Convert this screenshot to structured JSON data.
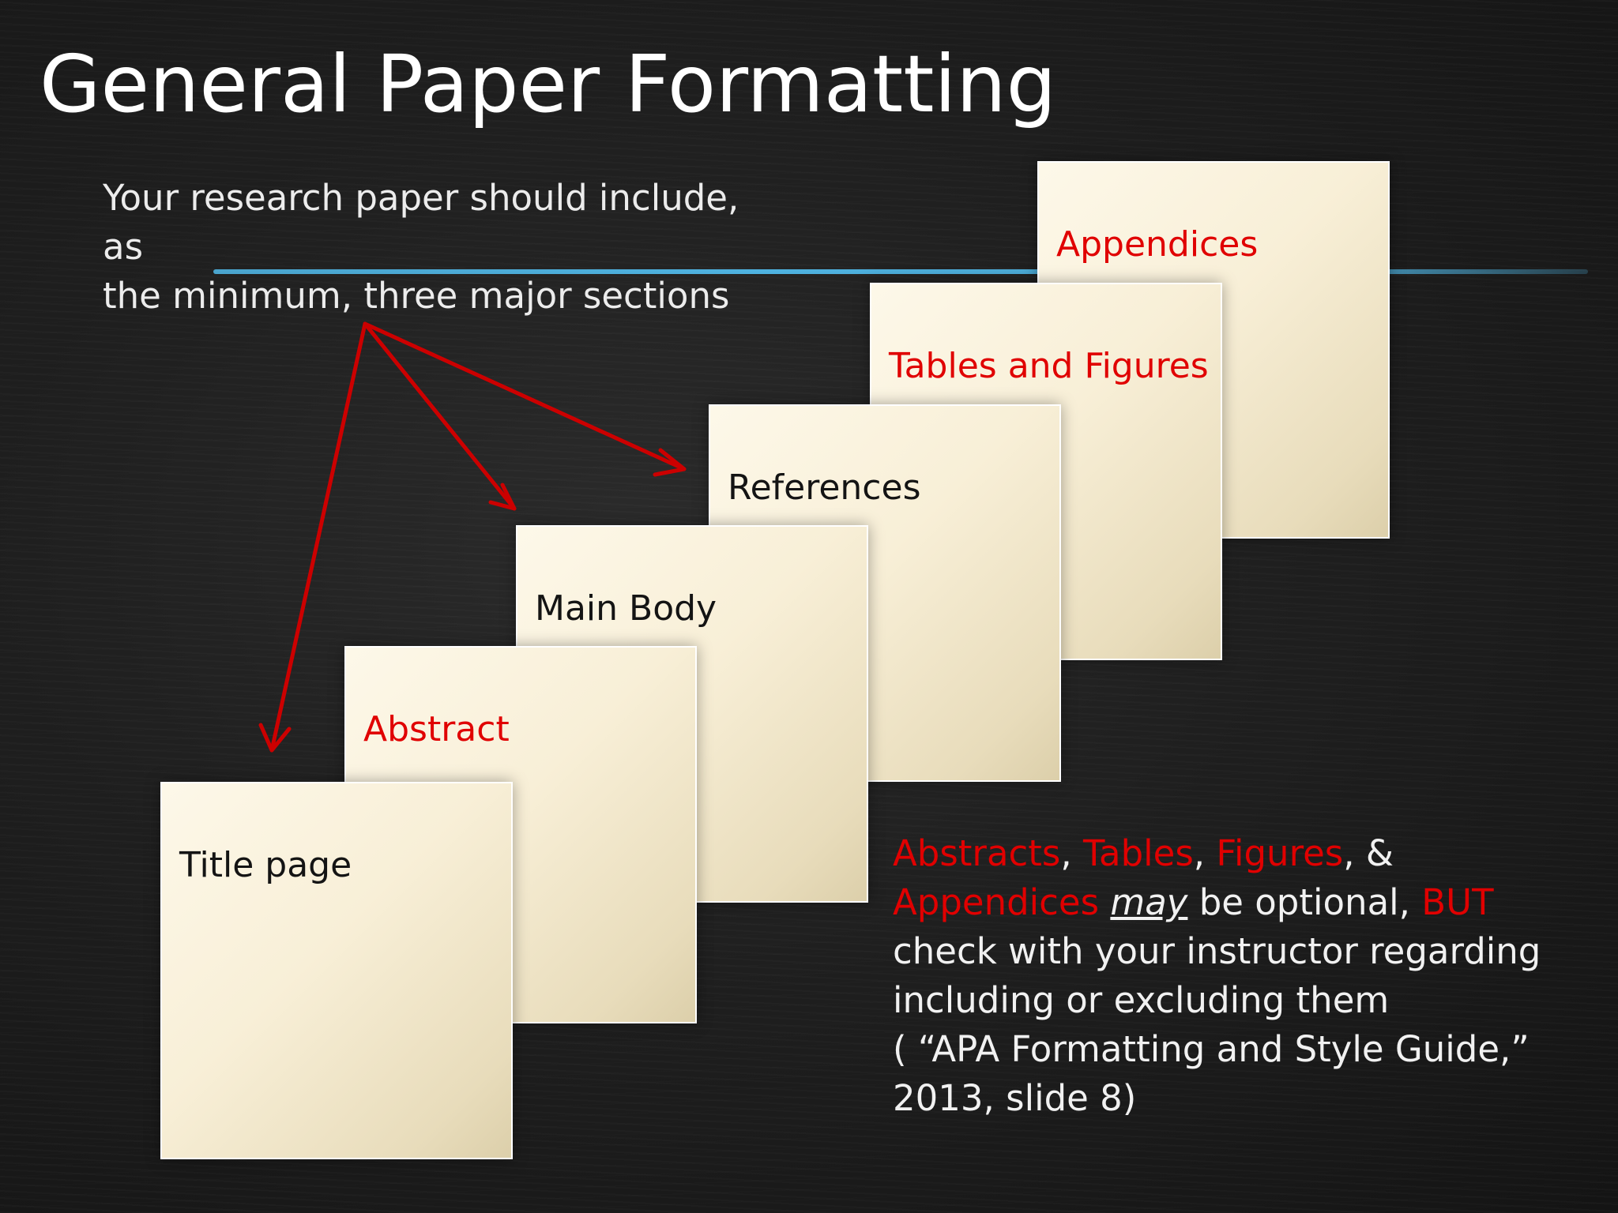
{
  "slide": {
    "title": "General Paper Formatting",
    "subtitle_line1": "Your research paper should include, as",
    "subtitle_line2": "the minimum, three major sections"
  },
  "cards": {
    "appendices": "Appendices",
    "tables_figures": "Tables and Figures",
    "references": "References",
    "main_body": "Main Body",
    "abstract": "Abstract",
    "title_page": "Title page"
  },
  "note": {
    "w1": "Abstracts",
    "s1": ", ",
    "w2": "Tables",
    "s2": ", ",
    "w3": "Figures",
    "s3": ", &",
    "w4": "Appendices",
    "may": "may",
    "s4": " be optional, ",
    "but": "BUT",
    "line3": "check with your instructor regarding",
    "line4": "including or excluding them",
    "line5": "( “APA Formatting and Style Guide,”",
    "line6": "2013, slide 8)"
  },
  "colors": {
    "accent_red": "#e00000",
    "line_blue": "#4eb2e0",
    "card_fill": "#f8efd7"
  }
}
